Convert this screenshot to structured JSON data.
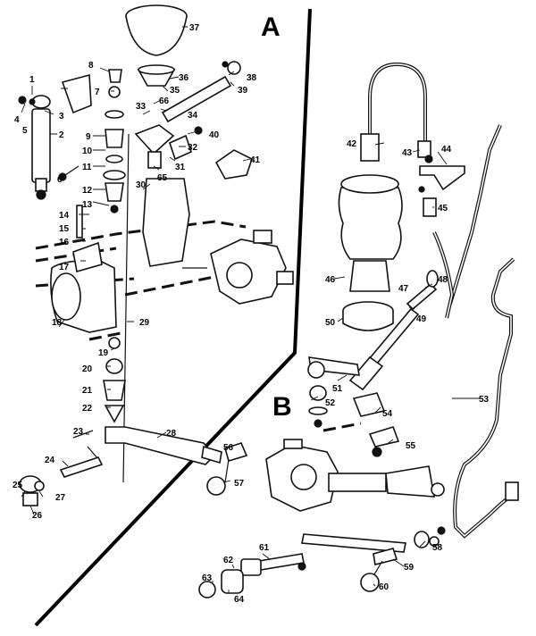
{
  "sections": {
    "a": "A",
    "b": "B"
  },
  "callouts": [
    "1",
    "2",
    "3",
    "4",
    "5",
    "6",
    "7",
    "8",
    "9",
    "10",
    "11",
    "12",
    "13",
    "14",
    "15",
    "16",
    "17",
    "18",
    "19",
    "20",
    "21",
    "22",
    "23",
    "24",
    "25",
    "26",
    "27",
    "28",
    "29",
    "30",
    "31",
    "32",
    "33",
    "34",
    "35",
    "36",
    "37",
    "38",
    "39",
    "40",
    "41",
    "42",
    "43",
    "44",
    "45",
    "46",
    "47",
    "48",
    "49",
    "50",
    "51",
    "52",
    "53",
    "54",
    "55",
    "56",
    "57",
    "58",
    "59",
    "60",
    "61",
    "62",
    "63",
    "64",
    "65",
    "66"
  ]
}
